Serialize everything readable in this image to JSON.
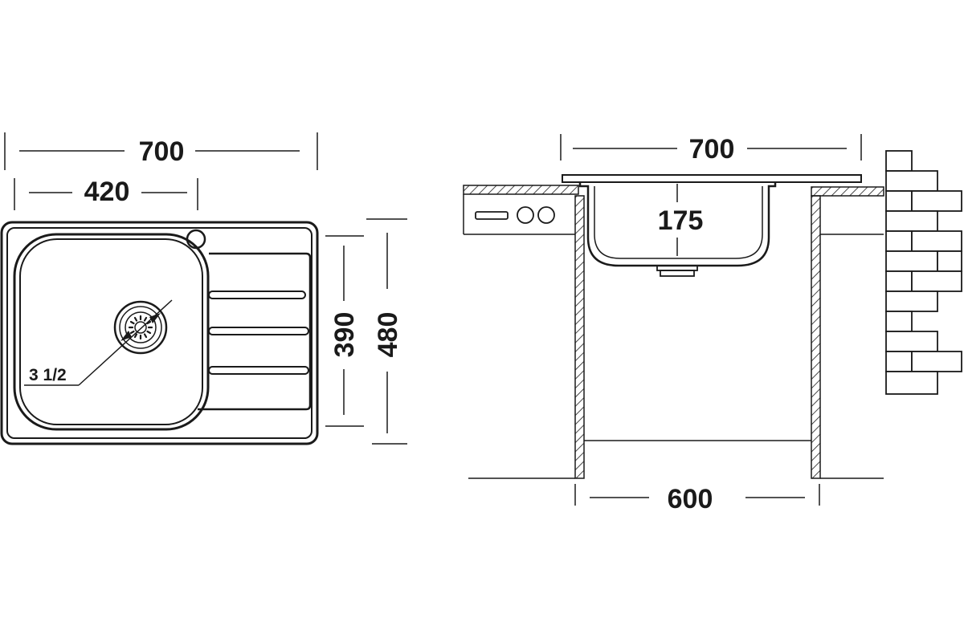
{
  "top_view": {
    "overall_width": "700",
    "bowl_width": "420",
    "bowl_depth": "390",
    "overall_depth": "480",
    "drain_size": "3 1/2"
  },
  "side_view": {
    "overall_width": "700",
    "bowl_height": "175",
    "cabinet_width": "600"
  }
}
